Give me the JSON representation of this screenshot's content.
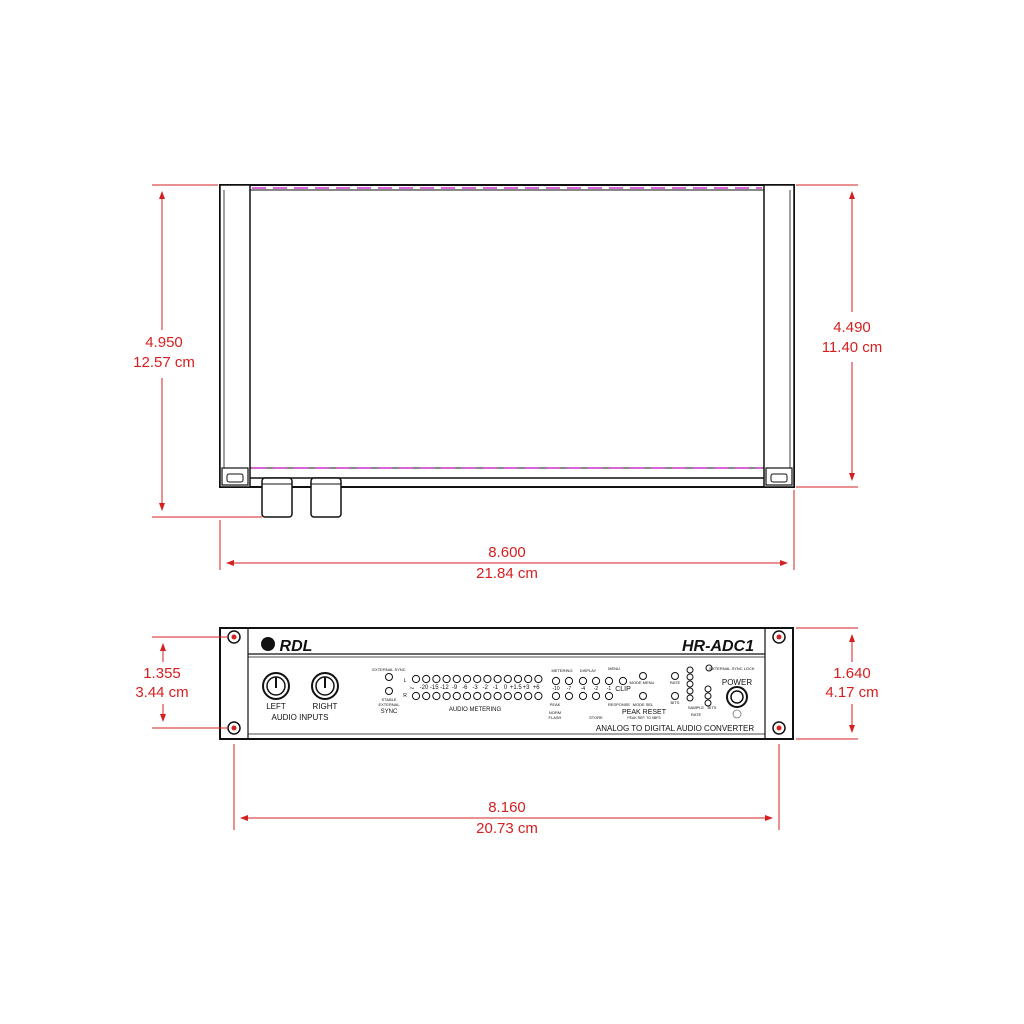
{
  "colors": {
    "dimension": "#d62020",
    "outline": "#111111",
    "hidden_line": "#cc33cc",
    "background": "#ffffff"
  },
  "top_view": {
    "height_overall": {
      "in": "4.950",
      "cm": "12.57 cm"
    },
    "height_chassis": {
      "in": "4.490",
      "cm": "11.40 cm"
    },
    "width_overall": {
      "in": "8.600",
      "cm": "21.84 cm"
    }
  },
  "front_view": {
    "brand": "RDL",
    "model": "HR-ADC1",
    "subtitle": "ANALOG TO DIGITAL AUDIO CONVERTER",
    "height_panel": {
      "in": "1.355",
      "cm": "3.44 cm"
    },
    "height_overall": {
      "in": "1.640",
      "cm": "4.17 cm"
    },
    "mounting_width": {
      "in": "8.160",
      "cm": "20.73 cm"
    },
    "inputs": {
      "left": "LEFT",
      "right": "RIGHT",
      "label": "AUDIO INPUTS"
    },
    "sync": {
      "external_sync": "EXTERNAL SYNC",
      "stable": "STABLE",
      "external": "EXTERNAL",
      "label": "SYNC"
    },
    "metering": {
      "label": "AUDIO METERING",
      "left_channel": "L",
      "right_channel": "R",
      "scale": [
        "-20",
        "-15",
        "-12",
        "-9",
        "-6",
        "-3",
        "-2",
        "-1",
        "0",
        "+1.5",
        "+3",
        "+6"
      ]
    },
    "metering_mode": {
      "metering_label": "METERING",
      "display_label": "DISPLAY",
      "scale_top": [
        "-10",
        "-7",
        "-4",
        "-2",
        "-1"
      ],
      "clip": "CLIP",
      "response": "RESPONSE",
      "peak_reset": "PEAK RESET",
      "peak_ref": "PEAK REF. TO 0BFS",
      "mode_sel": "MODE SEL",
      "mode_menu": "MODE MENU",
      "menu": "MENU",
      "norm": "NORM",
      "peak": "PEAK",
      "flash": "FLASH",
      "store": "STORE"
    },
    "rate_bits": {
      "rate": "RATE",
      "bits": "BITS",
      "sample": "SAMPLE",
      "external_sync_lock": "EXTERNAL SYNC LOCK"
    },
    "power": "POWER"
  }
}
